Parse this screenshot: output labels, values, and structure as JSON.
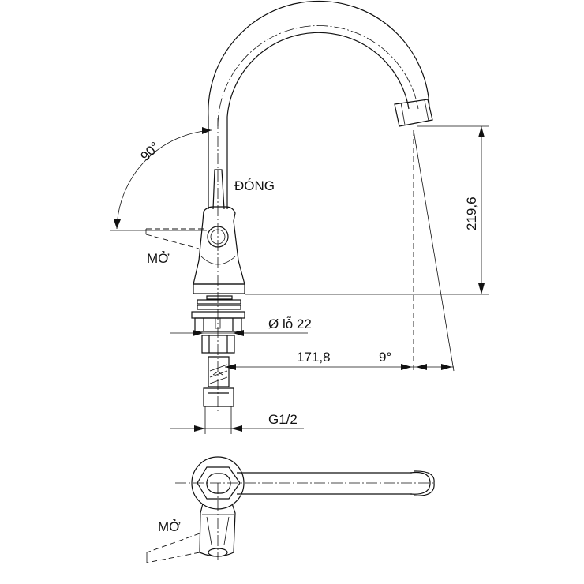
{
  "labels": {
    "angle": "90°",
    "closed": "ĐÓNG",
    "open": "MỞ",
    "hole": "Ø lỗ 22",
    "reach": "171,8",
    "tilt": "9°",
    "height": "219,6",
    "thread": "G1/2",
    "open_top_view": "MỞ"
  }
}
